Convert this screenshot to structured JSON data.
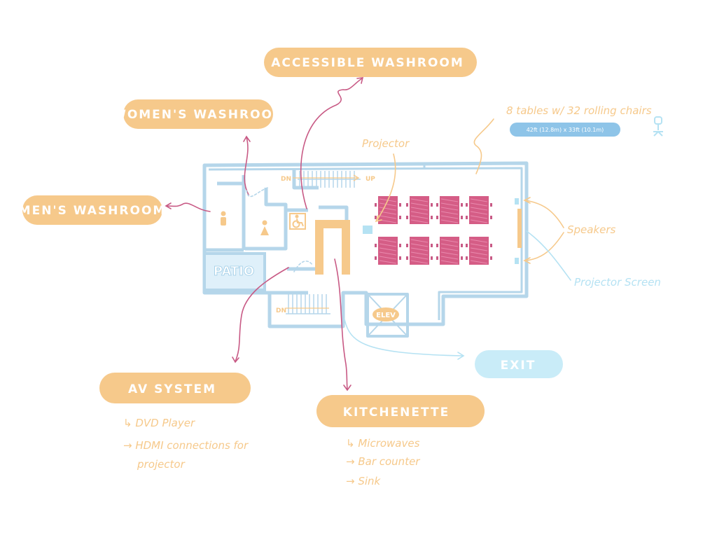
{
  "colors": {
    "wall": "#b5d6ea",
    "wall_fill": "#dff0fa",
    "orange": "#f6c98b",
    "pink": "#c85a85",
    "table": "#d55d86",
    "blue": "#b5e2f3",
    "dim_pill": "#8ec4e8"
  },
  "labels": {
    "accessible_washroom": "ACCESSIBLE WASHROOM",
    "womens_washroom": "WOMEN'S WASHROOM",
    "mens_washroom": "MEN'S WASHROOM",
    "av_system": "AV SYSTEM",
    "kitchenette": "KITCHENETTE",
    "exit": "EXIT",
    "patio": "PATIO",
    "elev": "ELEV",
    "stairs_dn_top": "DN",
    "stairs_up_top": "UP",
    "stairs_dn_bottom": "DN",
    "projector": "Projector",
    "speakers": "Speakers",
    "projector_screen": "Projector Screen",
    "tables_note": "8 tables w/ 32 rolling chairs",
    "dimensions": "42ft (12.8m) x 33ft (10.1m)"
  },
  "av_items": [
    "↳ DVD Player",
    "→ HDMI connections for",
    "projector"
  ],
  "kitchen_items": [
    "↳ Microwaves",
    "→ Bar counter",
    "→ Sink"
  ],
  "icons": {
    "men": "man-icon",
    "women": "woman-icon",
    "accessible": "wheelchair-icon",
    "chair": "chair-icon"
  }
}
